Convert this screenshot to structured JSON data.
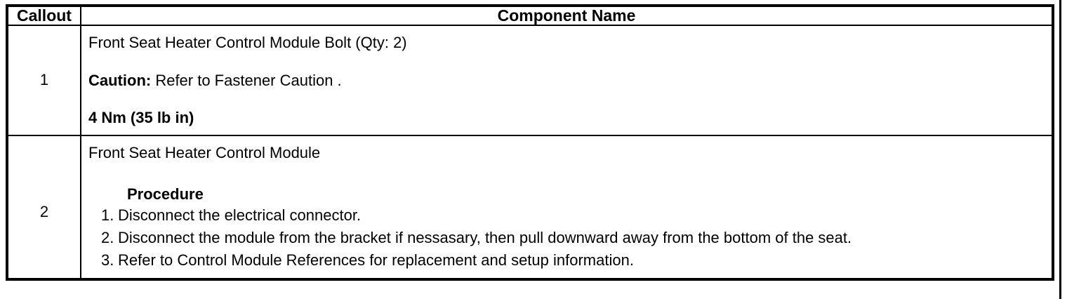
{
  "table": {
    "headers": {
      "callout": "Callout",
      "component_name": "Component Name"
    },
    "rows": [
      {
        "callout": "1",
        "lines": [
          {
            "text": "Front Seat Heater Control Module Bolt (Qty: 2)"
          },
          {
            "bold_prefix": "Caution:",
            "text": " Refer to Fastener Caution ."
          },
          {
            "text": "4 Nm (35 lb in)"
          }
        ]
      },
      {
        "callout": "2",
        "title": "Front Seat Heater Control Module",
        "procedure_heading": "Procedure",
        "steps": [
          {
            "marker": "1.",
            "text": "Disconnect the electrical connector."
          },
          {
            "marker": "2.",
            "text": "Disconnect the module from the bracket if nessasary, then pull downward away from the bottom of the seat."
          },
          {
            "marker": "3.",
            "text": "Refer to Control Module References for replacement and setup information."
          }
        ]
      }
    ]
  },
  "colors": {
    "border": "#000000",
    "text": "#000000",
    "background": "#ffffff"
  }
}
